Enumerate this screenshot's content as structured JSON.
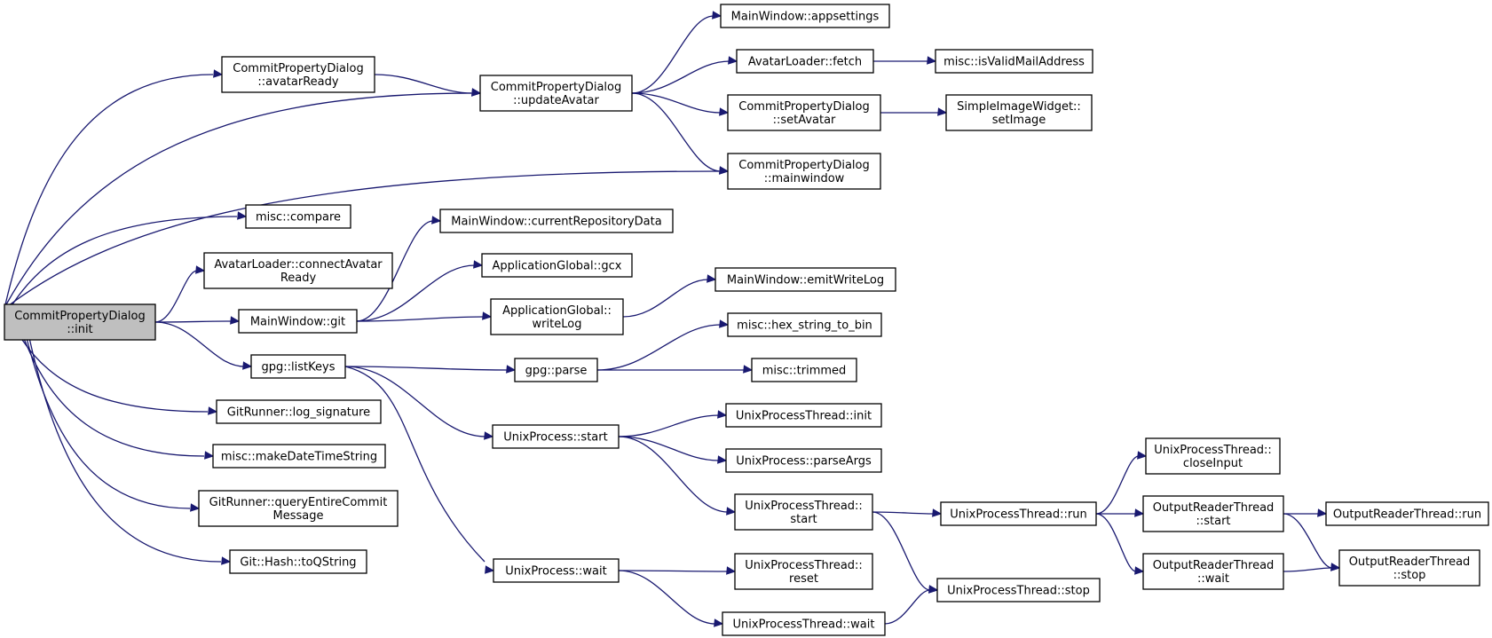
{
  "diagram": {
    "colors": {
      "edge": "#191970",
      "root_fill": "#bfbfbf",
      "node_fill": "#ffffff"
    },
    "nodes": {
      "n_init": [
        "CommitPropertyDialog",
        "::init"
      ],
      "n_avatarReady": [
        "CommitPropertyDialog",
        "::avatarReady"
      ],
      "n_compare": [
        "misc::compare"
      ],
      "n_connectAvatarReady": [
        "AvatarLoader::connectAvatar",
        "Ready"
      ],
      "n_git": [
        "MainWindow::git"
      ],
      "n_listKeys": [
        "gpg::listKeys"
      ],
      "n_log_signature": [
        "GitRunner::log_signature"
      ],
      "n_makeDateTimeString": [
        "misc::makeDateTimeString"
      ],
      "n_queryEntireCommitMessage": [
        "GitRunner::queryEntireCommit",
        "Message"
      ],
      "n_toQString": [
        "Git::Hash::toQString"
      ],
      "n_updateAvatar": [
        "CommitPropertyDialog",
        "::updateAvatar"
      ],
      "n_currentRepositoryData": [
        "MainWindow::currentRepositoryData"
      ],
      "n_gcx": [
        "ApplicationGlobal::gcx"
      ],
      "n_writeLog": [
        "ApplicationGlobal::",
        "writeLog"
      ],
      "n_parse": [
        "gpg::parse"
      ],
      "n_up_start": [
        "UnixProcess::start"
      ],
      "n_up_wait": [
        "UnixProcess::wait"
      ],
      "n_appsettings": [
        "MainWindow::appsettings"
      ],
      "n_fetch": [
        "AvatarLoader::fetch"
      ],
      "n_setAvatar": [
        "CommitPropertyDialog",
        "::setAvatar"
      ],
      "n_mainwindow": [
        "CommitPropertyDialog",
        "::mainwindow"
      ],
      "n_emitWriteLog": [
        "MainWindow::emitWriteLog"
      ],
      "n_hex_string_to_bin": [
        "misc::hex_string_to_bin"
      ],
      "n_trimmed": [
        "misc::trimmed"
      ],
      "n_upt_init": [
        "UnixProcessThread::init"
      ],
      "n_parseArgs": [
        "UnixProcess::parseArgs"
      ],
      "n_upt_start": [
        "UnixProcessThread::",
        "start"
      ],
      "n_upt_reset": [
        "UnixProcessThread::",
        "reset"
      ],
      "n_upt_wait": [
        "UnixProcessThread::wait"
      ],
      "n_isValidMailAddress": [
        "misc::isValidMailAddress"
      ],
      "n_setImage": [
        "SimpleImageWidget::",
        "setImage"
      ],
      "n_upt_run": [
        "UnixProcessThread::run"
      ],
      "n_upt_stop": [
        "UnixProcessThread::stop"
      ],
      "n_closeInput": [
        "UnixProcessThread::",
        "closeInput"
      ],
      "n_ort_start": [
        "OutputReaderThread",
        "::start"
      ],
      "n_ort_wait": [
        "OutputReaderThread",
        "::wait"
      ],
      "n_ort_run": [
        "OutputReaderThread::run"
      ],
      "n_ort_stop": [
        "OutputReaderThread",
        "::stop"
      ]
    },
    "edges": [
      [
        "n_init",
        "n_avatarReady"
      ],
      [
        "n_init",
        "n_updateAvatar"
      ],
      [
        "n_init",
        "n_mainwindow"
      ],
      [
        "n_init",
        "n_compare"
      ],
      [
        "n_init",
        "n_connectAvatarReady"
      ],
      [
        "n_init",
        "n_git"
      ],
      [
        "n_init",
        "n_listKeys"
      ],
      [
        "n_init",
        "n_log_signature"
      ],
      [
        "n_init",
        "n_makeDateTimeString"
      ],
      [
        "n_init",
        "n_queryEntireCommitMessage"
      ],
      [
        "n_init",
        "n_toQString"
      ],
      [
        "n_avatarReady",
        "n_updateAvatar"
      ],
      [
        "n_updateAvatar",
        "n_appsettings"
      ],
      [
        "n_updateAvatar",
        "n_fetch"
      ],
      [
        "n_updateAvatar",
        "n_setAvatar"
      ],
      [
        "n_updateAvatar",
        "n_mainwindow"
      ],
      [
        "n_fetch",
        "n_isValidMailAddress"
      ],
      [
        "n_setAvatar",
        "n_setImage"
      ],
      [
        "n_git",
        "n_currentRepositoryData"
      ],
      [
        "n_git",
        "n_gcx"
      ],
      [
        "n_git",
        "n_writeLog"
      ],
      [
        "n_writeLog",
        "n_emitWriteLog"
      ],
      [
        "n_listKeys",
        "n_parse"
      ],
      [
        "n_listKeys",
        "n_up_start"
      ],
      [
        "n_listKeys",
        "n_up_wait"
      ],
      [
        "n_parse",
        "n_hex_string_to_bin"
      ],
      [
        "n_parse",
        "n_trimmed"
      ],
      [
        "n_up_start",
        "n_upt_init"
      ],
      [
        "n_up_start",
        "n_parseArgs"
      ],
      [
        "n_up_start",
        "n_upt_start"
      ],
      [
        "n_up_wait",
        "n_upt_reset"
      ],
      [
        "n_up_wait",
        "n_upt_wait"
      ],
      [
        "n_upt_start",
        "n_upt_run"
      ],
      [
        "n_upt_start",
        "n_upt_stop"
      ],
      [
        "n_upt_wait",
        "n_upt_stop"
      ],
      [
        "n_upt_run",
        "n_closeInput"
      ],
      [
        "n_upt_run",
        "n_ort_start"
      ],
      [
        "n_upt_run",
        "n_ort_wait"
      ],
      [
        "n_ort_start",
        "n_ort_run"
      ],
      [
        "n_ort_start",
        "n_ort_stop"
      ],
      [
        "n_ort_wait",
        "n_ort_stop"
      ]
    ]
  }
}
